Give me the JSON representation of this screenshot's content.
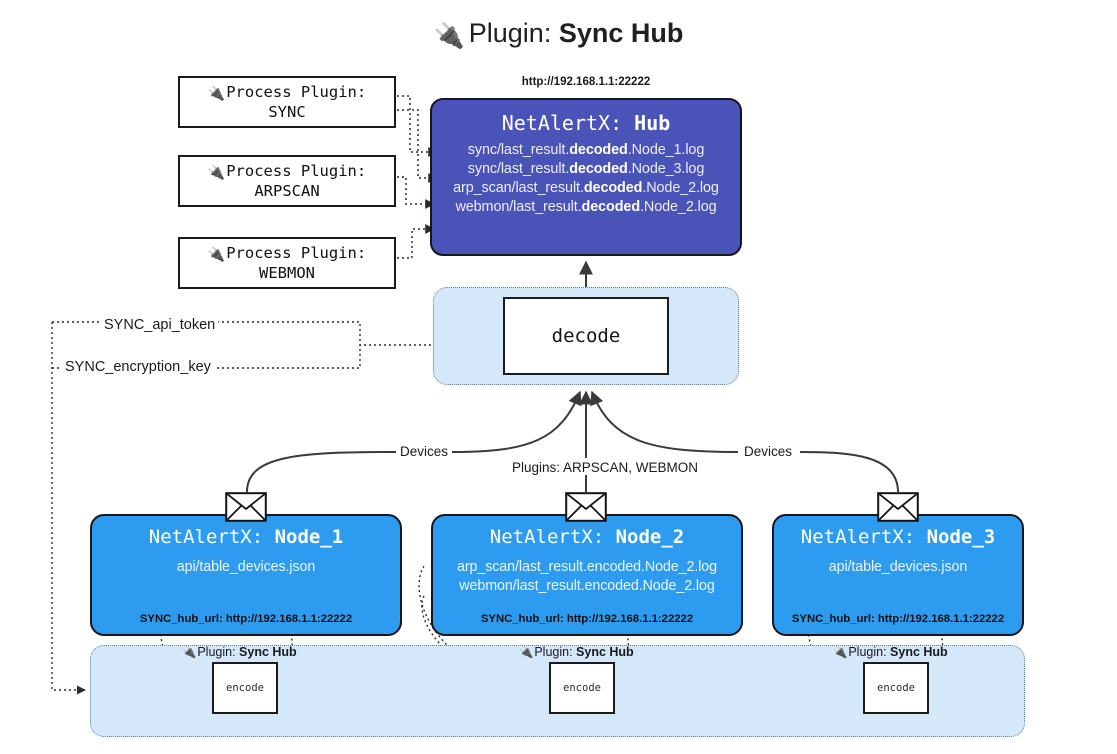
{
  "page": {
    "title_icon": "plug-icon",
    "title_prefix": "Plugin:",
    "title_name": "Sync Hub",
    "background_color": "#ffffff"
  },
  "colors": {
    "hub_fill": "#4a53b8",
    "node_fill": "#2d9cf0",
    "band_fill": "#d5e8fa",
    "band_border": "#5b7fa6",
    "box_border": "#16161c",
    "edge_stroke": "#3a3a3a"
  },
  "process_plugins": [
    {
      "icon": "plug-icon",
      "line1": "Process Plugin:",
      "line2": "SYNC"
    },
    {
      "icon": "plug-icon",
      "line1": "Process Plugin:",
      "line2": "ARPSCAN"
    },
    {
      "icon": "plug-icon",
      "line1": "Process Plugin:",
      "line2": "WEBMON"
    }
  ],
  "hub": {
    "url": "http://192.168.1.1:22222",
    "title_prefix": "NetAlertX:",
    "title_name": "Hub",
    "lines": [
      {
        "pre": "sync/last_result.",
        "em": "decoded",
        "post": ".Node_1.log"
      },
      {
        "pre": "sync/last_result.",
        "em": "decoded",
        "post": ".Node_3.log"
      },
      {
        "pre": "arp_scan/last_result.",
        "em": "decoded",
        "post": ".Node_2.log"
      },
      {
        "pre": "webmon/last_result.",
        "em": "decoded",
        "post": ".Node_2.log"
      }
    ]
  },
  "decode": {
    "label": "decode"
  },
  "keys": {
    "api_token": "SYNC_api_token",
    "encryption_key": "SYNC_encryption_key"
  },
  "edge_labels": {
    "devices_left": "Devices",
    "devices_right": "Devices",
    "plugins_mid": "Plugins: ARPSCAN, WEBMON"
  },
  "nodes": [
    {
      "id": "node-1",
      "title_prefix": "NetAlertX:",
      "title_name": "Node_1",
      "lines": [
        "api/table_devices.json"
      ],
      "footer": "SYNC_hub_url: http://192.168.1.1:22222",
      "envelope_icon": "envelope-icon"
    },
    {
      "id": "node-2",
      "title_prefix": "NetAlertX:",
      "title_name": "Node_2",
      "lines": [
        "arp_scan/last_result.encoded.Node_2.log",
        "webmon/last_result.encoded.Node_2.log"
      ],
      "footer": "SYNC_hub_url: http://192.168.1.1:22222",
      "envelope_icon": "envelope-icon"
    },
    {
      "id": "node-3",
      "title_prefix": "NetAlertX:",
      "title_name": "Node_3",
      "lines": [
        "api/table_devices.json"
      ],
      "footer": "SYNC_hub_url: http://192.168.1.1:22222",
      "envelope_icon": "envelope-icon"
    }
  ],
  "sync_hub_instances": [
    {
      "icon": "plug-icon",
      "prefix": "Plugin:",
      "name": "Sync Hub",
      "encode_label": "encode"
    },
    {
      "icon": "plug-icon",
      "prefix": "Plugin:",
      "name": "Sync Hub",
      "encode_label": "encode"
    },
    {
      "icon": "plug-icon",
      "prefix": "Plugin:",
      "name": "Sync Hub",
      "encode_label": "encode"
    }
  ]
}
